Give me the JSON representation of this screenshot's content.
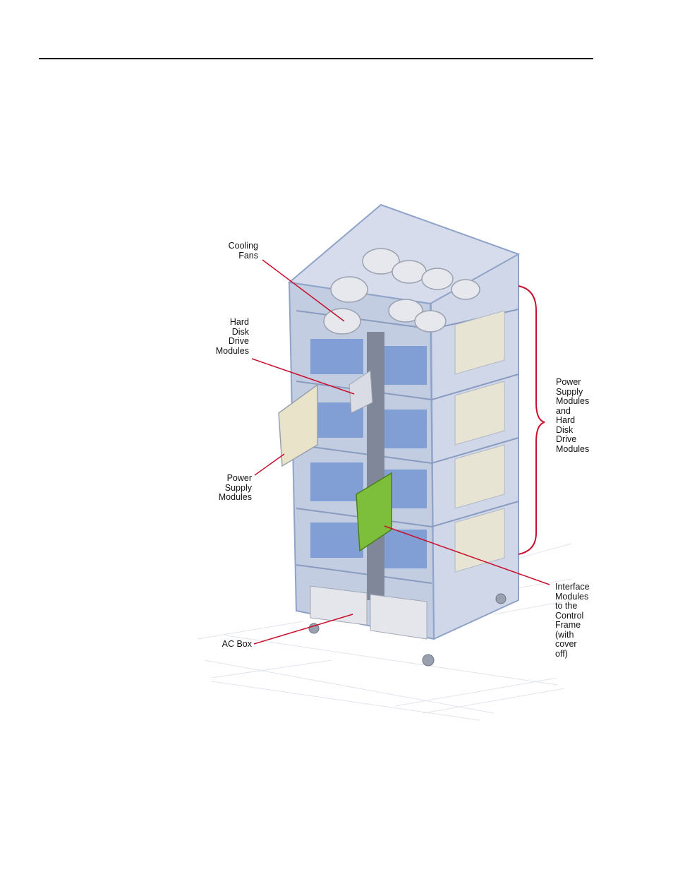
{
  "diagram": {
    "labels": {
      "cooling_fans": "Cooling\nFans",
      "hard_disk_drive_modules": "Hard\nDisk\nDrive\nModules",
      "power_supply_modules": "Power\nSupply\nModules",
      "ac_box": "AC Box",
      "power_supply_and_hdd_modules": "Power\nSupply\nModules\nand\nHard\nDisk\nDrive\nModules",
      "interface_modules": "Interface\nModules\nto the\nControl\nFrame\n(with\ncover\noff)"
    },
    "colors": {
      "callout_line": "#c8102e",
      "frame": "#8fa3c8",
      "glass": "#c9d3e6",
      "board_green": "#7dbf3a",
      "module_blue": "#6b8fd1"
    }
  }
}
